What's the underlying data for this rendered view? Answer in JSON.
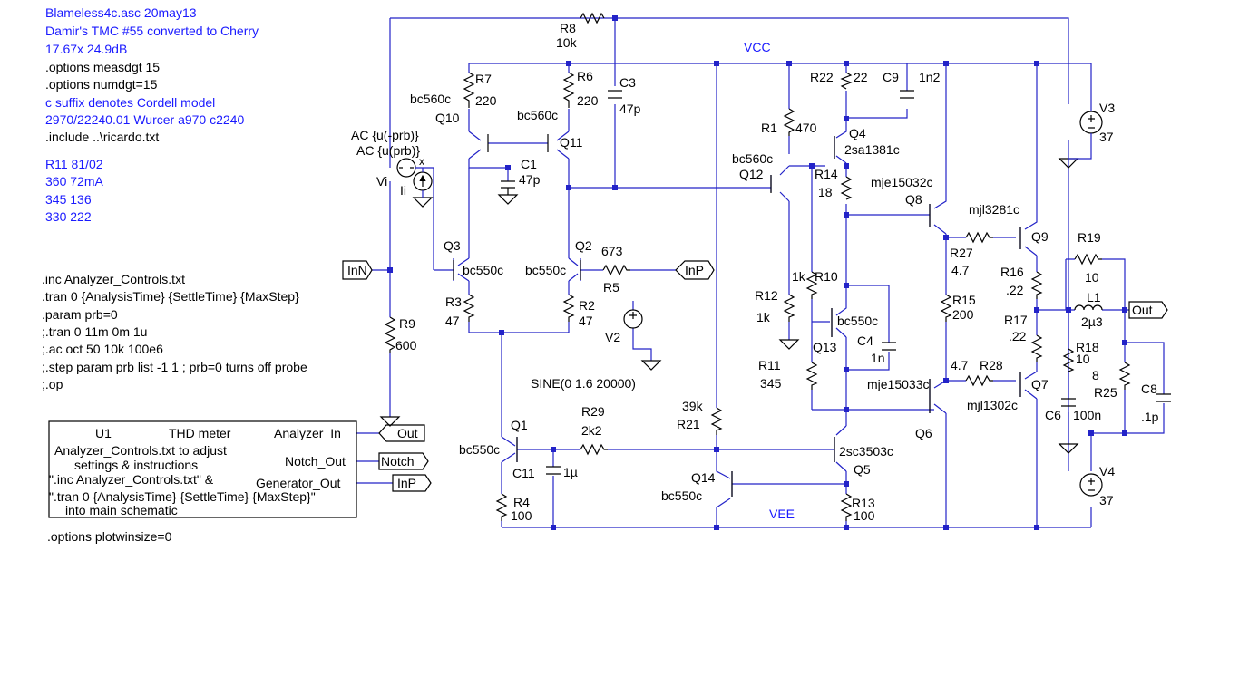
{
  "notes_top": [
    "Blameless4c.asc  20may13",
    "Damir's TMC #55 converted to Cherry",
    "17.67x 24.9dB",
    ".options measdgt 15",
    ".options numdgt=15",
    "c suffix denotes Cordell model",
    "2970/22240.01 Wurcer a970 c2240",
    ".include ..\\ricardo.txt"
  ],
  "notes_bias": [
    "R11 81/02",
    "360  72mA",
    "345  136",
    "330  222"
  ],
  "directives": [
    ".inc Analyzer_Controls.txt",
    ".tran 0 {AnalysisTime} {SettleTime} {MaxStep}",
    ".param prb=0",
    ";.tran 0 11m 0m 1u",
    ";.ac oct 50 10k 100e6",
    ";.step param prb list -1 1 ; prb=0 turns off probe",
    ";.op"
  ],
  "plotwinsize": ".options plotwinsize=0",
  "rails": {
    "vcc": "VCC",
    "vee": "VEE"
  },
  "probe": {
    "ac_neg": "AC {u(-prb)}",
    "ac_pos": "AC {u(prb)}",
    "vi": "Vi",
    "ii": "Ii",
    "x": "x"
  },
  "ports": {
    "inn": "InN",
    "inp_r5": "InP",
    "out_main": "Out",
    "out_u1": "Out",
    "notch": "Notch",
    "inp_u1": "InP"
  },
  "u1": {
    "name": "U1",
    "title": "THD meter",
    "pins": [
      "Analyzer_In",
      "Notch_Out",
      "Generator_Out"
    ],
    "body": [
      "Analyzer_Controls.txt to adjust",
      "settings & instructions",
      "\".inc Analyzer_Controls.txt\" &",
      "\".tran 0 {AnalysisTime} {SettleTime} {MaxStep}\"",
      "into main schematic"
    ]
  },
  "parts": {
    "r8": {
      "ref": "R8",
      "val": "10k"
    },
    "r7": {
      "ref": "R7",
      "val": "220"
    },
    "r6": {
      "ref": "R6",
      "val": "220"
    },
    "c3": {
      "ref": "C3",
      "val": "47p"
    },
    "q10": {
      "ref": "Q10",
      "model": "bc560c"
    },
    "q11": {
      "ref": "Q11",
      "model": "bc560c"
    },
    "c1": {
      "ref": "C1",
      "val": "47p"
    },
    "r22": {
      "ref": "R22",
      "val": "22"
    },
    "c9": {
      "ref": "C9",
      "val": "1n2"
    },
    "r1": {
      "ref": "R1",
      "val": "470"
    },
    "q4": {
      "ref": "Q4",
      "model": "2sa1381c"
    },
    "q12": {
      "ref": "Q12",
      "model": "bc560c"
    },
    "r14": {
      "ref": "R14",
      "val": "18"
    },
    "v3": {
      "ref": "V3",
      "val": "37"
    },
    "q8": {
      "ref": "Q8",
      "model": "mje15032c"
    },
    "q9": {
      "ref": "Q9",
      "model": "mjl3281c"
    },
    "r27": {
      "ref": "R27",
      "val": "4.7"
    },
    "r19": {
      "ref": "R19",
      "val": "10"
    },
    "q3": {
      "ref": "Q3",
      "model": "bc550c"
    },
    "q2": {
      "ref": "Q2",
      "model": "bc550c"
    },
    "r5": {
      "ref": "R5",
      "val": "673"
    },
    "r3": {
      "ref": "R3",
      "val": "47"
    },
    "r2": {
      "ref": "R2",
      "val": "47"
    },
    "r9": {
      "ref": "R9",
      "val": "600"
    },
    "v2": {
      "ref": "V2",
      "val": "SINE(0 1.6 20000)"
    },
    "r12": {
      "ref": "R12",
      "val": "1k"
    },
    "r10": {
      "ref": "R10",
      "val": "1k"
    },
    "q13": {
      "ref": "Q13",
      "model": "bc550c"
    },
    "c4": {
      "ref": "C4",
      "val": "1n"
    },
    "r11": {
      "ref": "R11",
      "val": "345"
    },
    "r15": {
      "ref": "R15",
      "val": "200"
    },
    "r16": {
      "ref": "R16",
      "val": ".22"
    },
    "l1": {
      "ref": "L1",
      "val": "2µ3"
    },
    "r17": {
      "ref": "R17",
      "val": ".22"
    },
    "r18": {
      "ref": "R18",
      "val": "10"
    },
    "r25": {
      "ref": "R25",
      "val": "8"
    },
    "c8": {
      "ref": "C8",
      "val": ".1p"
    },
    "c6": {
      "ref": "C6",
      "val": "100n"
    },
    "r28": {
      "ref": "R28",
      "val": "4.7"
    },
    "q7": {
      "ref": "Q7",
      "model": "mjl1302c"
    },
    "q6": {
      "ref": "Q6",
      "model": "mje15033c"
    },
    "r21": {
      "ref": "R21",
      "val": "39k"
    },
    "q1": {
      "ref": "Q1",
      "model": "bc550c"
    },
    "r29": {
      "ref": "R29",
      "val": "2k2"
    },
    "c11": {
      "ref": "C11",
      "val": "1µ"
    },
    "q5": {
      "ref": "Q5",
      "model": "2sc3503c"
    },
    "q14": {
      "ref": "Q14",
      "model": "bc550c"
    },
    "r4": {
      "ref": "R4",
      "val": "100"
    },
    "r13": {
      "ref": "R13",
      "val": "100"
    },
    "v4": {
      "ref": "V4",
      "val": "37"
    }
  }
}
